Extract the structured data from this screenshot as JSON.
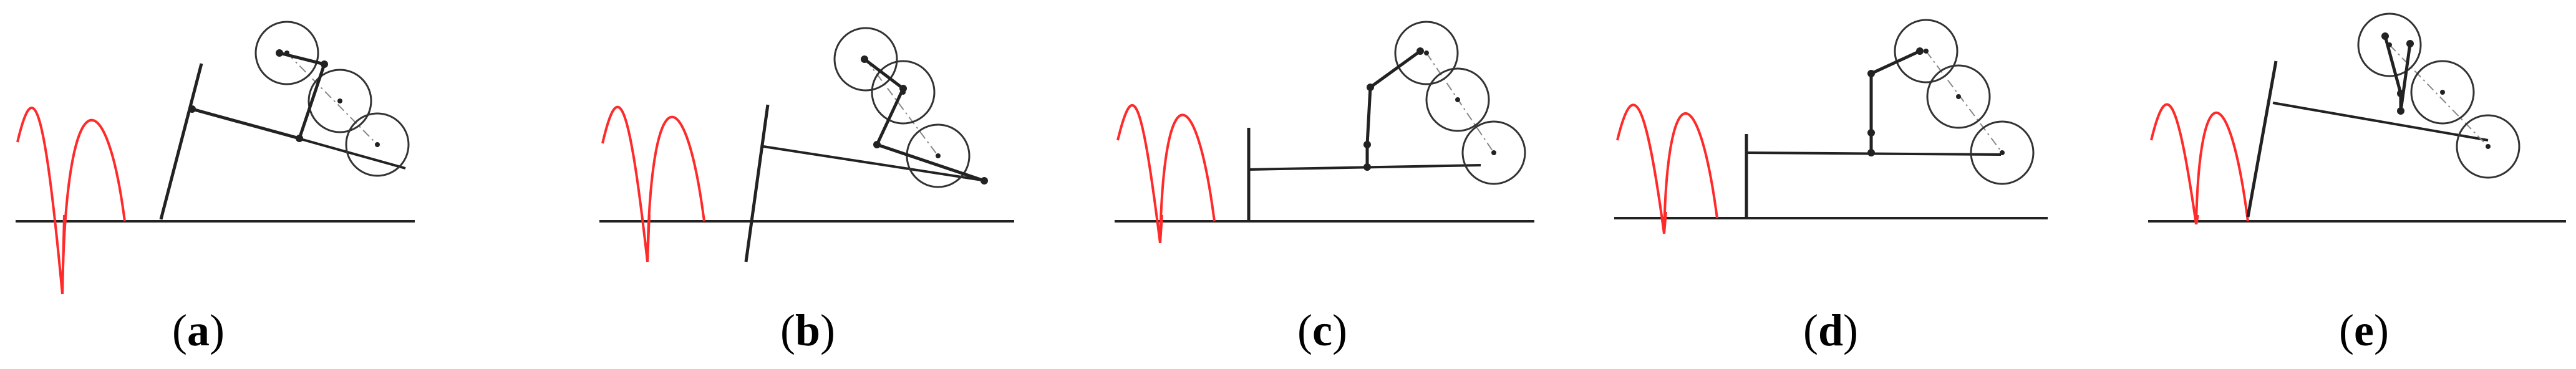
{
  "panels": [
    {
      "label": "a"
    },
    {
      "label": "b"
    },
    {
      "label": "c"
    },
    {
      "label": "d"
    },
    {
      "label": "e"
    }
  ],
  "caption_open": "(",
  "caption_close": ")",
  "colors": {
    "foot_trajectory": "#ff2a2a",
    "mechanism": "#222222",
    "wheel_outline": "#333333",
    "center_line": "#888888"
  }
}
